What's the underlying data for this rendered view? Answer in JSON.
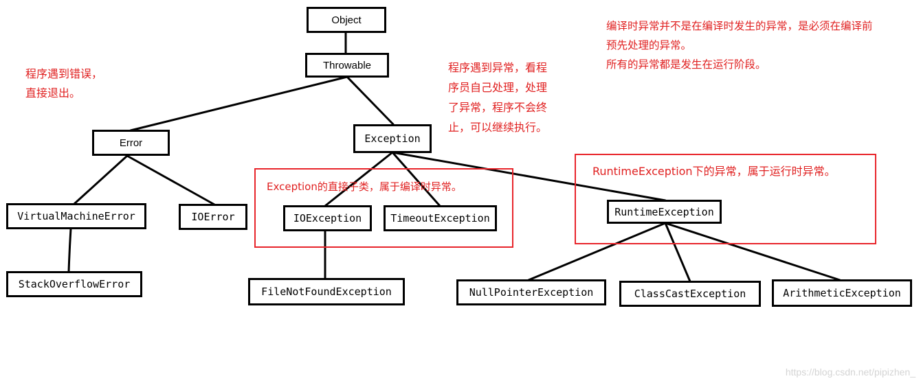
{
  "nodes": {
    "object": "Object",
    "throwable": "Throwable",
    "error": "Error",
    "exception": "Exception",
    "virtual_machine_error": "VirtualMachineError",
    "io_error": "IOError",
    "stack_overflow_error": "StackOverflowError",
    "io_exception": "IOException",
    "timeout_exception": "TimeoutException",
    "file_not_found_exception": "FileNotFoundException",
    "runtime_exception": "RuntimeException",
    "null_pointer_exception": "NullPointerException",
    "class_cast_exception": "ClassCastException",
    "arithmetic_exception": "ArithmeticException"
  },
  "notes": {
    "error_note": [
      "程序遇到错误，",
      "直接退出。"
    ],
    "exception_note": [
      "程序遇到异常，看程",
      "序员自己处理，处理",
      "了异常，程序不会终",
      "止，可以继续执行。"
    ],
    "compile_note": [
      "编译时异常并不是在编译时发生的异常，是必须在编译前",
      "预先处理的异常。",
      "所有的异常都是发生在运行阶段。"
    ],
    "checked_box_label": "Exception的直接子类，属于编译时异常。",
    "runtime_box_label": "RuntimeException下的异常，属于运行时异常。"
  },
  "colors": {
    "annotation": "#e02020",
    "line": "#000000"
  },
  "watermark": "https://blog.csdn.net/pipizhen_"
}
